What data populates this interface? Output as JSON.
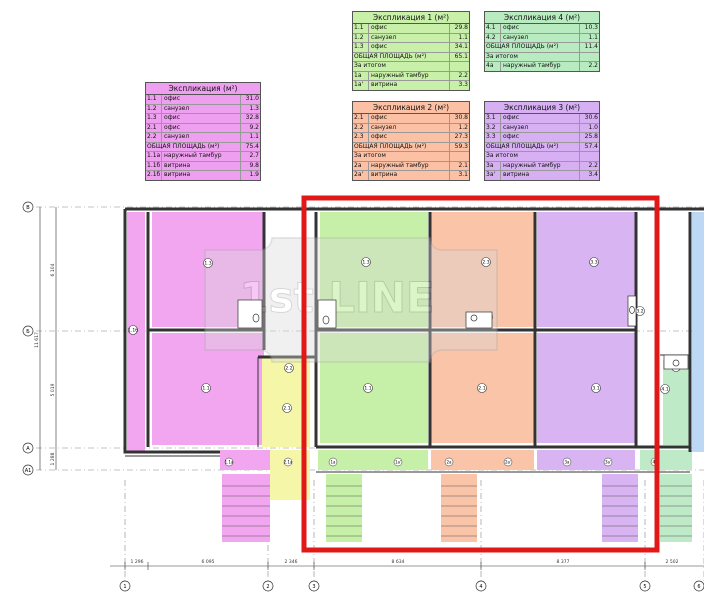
{
  "tables": [
    {
      "id": "t0",
      "title": "Экспликация (м²)",
      "bg": "#ef9fef",
      "rows": [
        {
          "c1": "1.1",
          "c2": "офис",
          "c3": "31.0"
        },
        {
          "c1": "1.2",
          "c2": "санузел",
          "c3": "1.3"
        },
        {
          "c1": "1.3",
          "c2": "офис",
          "c3": "32.8"
        },
        {
          "c1": "2.1",
          "c2": "офис",
          "c3": "9.2"
        },
        {
          "c1": "2.2",
          "c2": "санузел",
          "c3": "1.1"
        },
        {
          "c1": "ОБЩАЯ ПЛОЩАДЬ (м²)",
          "c2": "",
          "c3": "75.4",
          "wide": true
        },
        {
          "c1": "1.1а",
          "c2": "наружный тамбур",
          "c3": "2.7"
        },
        {
          "c1": "1.1б",
          "c2": "витрина",
          "c3": "9.8"
        },
        {
          "c1": "2.1б",
          "c2": "витрина",
          "c3": "1.9"
        }
      ]
    },
    {
      "id": "t1",
      "title": "Экспликация 1 (м²)",
      "bg": "#c8f0a8",
      "rows": [
        {
          "c1": "1.1",
          "c2": "офис",
          "c3": "29.8"
        },
        {
          "c1": "1.2",
          "c2": "санузел",
          "c3": "1.1"
        },
        {
          "c1": "1.3",
          "c2": "офис",
          "c3": "34.1"
        },
        {
          "c1": "ОБЩАЯ ПЛОЩАДЬ (м²)",
          "c2": "",
          "c3": "65.1",
          "wide": true
        },
        {
          "c1": "За итогом",
          "c2": "",
          "c3": "",
          "wide": true
        },
        {
          "c1": "1а",
          "c2": "наружный тамбур",
          "c3": "2.2"
        },
        {
          "c1": "1а'",
          "c2": "витрина",
          "c3": "3.3"
        }
      ]
    },
    {
      "id": "t2",
      "title": "Экспликация 2 (м²)",
      "bg": "#fcc0a4",
      "rows": [
        {
          "c1": "2.1",
          "c2": "офис",
          "c3": "30.8"
        },
        {
          "c1": "2.2",
          "c2": "санузел",
          "c3": "1.2"
        },
        {
          "c1": "2.3",
          "c2": "офис",
          "c3": "27.3"
        },
        {
          "c1": "ОБЩАЯ ПЛОЩАДЬ (м²)",
          "c2": "",
          "c3": "59.3",
          "wide": true
        },
        {
          "c1": "За итогом",
          "c2": "",
          "c3": "",
          "wide": true
        },
        {
          "c1": "2а",
          "c2": "наружный тамбур",
          "c3": "2.1"
        },
        {
          "c1": "2а'",
          "c2": "витрина",
          "c3": "3.1"
        }
      ]
    },
    {
      "id": "t3",
      "title": "Экспликация 3 (м²)",
      "bg": "#d6b0f2",
      "rows": [
        {
          "c1": "3.1",
          "c2": "офис",
          "c3": "30.6"
        },
        {
          "c1": "3.2",
          "c2": "санузел",
          "c3": "1.0"
        },
        {
          "c1": "3.3",
          "c2": "офис",
          "c3": "25.8"
        },
        {
          "c1": "ОБЩАЯ ПЛОЩАДЬ (м²)",
          "c2": "",
          "c3": "57.4",
          "wide": true
        },
        {
          "c1": "За итогом",
          "c2": "",
          "c3": "",
          "wide": true
        },
        {
          "c1": "3а",
          "c2": "наружный тамбур",
          "c3": "2.2"
        },
        {
          "c1": "3а'",
          "c2": "витрина",
          "c3": "3.4"
        }
      ]
    },
    {
      "id": "t4",
      "title": "Экспликация 4 (м²)",
      "bg": "#b8ecc0",
      "rows": [
        {
          "c1": "4.1",
          "c2": "офис",
          "c3": "10.3"
        },
        {
          "c1": "4.2",
          "c2": "санузел",
          "c3": "1.1"
        },
        {
          "c1": "ОБЩАЯ ПЛОЩАДЬ (м²)",
          "c2": "",
          "c3": "11.4",
          "wide": true
        },
        {
          "c1": "За итогом",
          "c2": "",
          "c3": "",
          "wide": true
        },
        {
          "c1": "4а",
          "c2": "наружный тамбур",
          "c3": "2.2"
        }
      ]
    }
  ],
  "watermark": "1st LINE",
  "colors": {
    "pink": "#f2a6f0",
    "yellow": "#f6f6a8",
    "green": "#c6f0a8",
    "orange": "#f9c4a8",
    "purple": "#d8b4f2",
    "mint": "#bfeac8",
    "blue": "#bcd8f4",
    "highlight": "#e01818"
  },
  "rooms": [
    {
      "label": "1.3",
      "color": "pink"
    },
    {
      "label": "1.1",
      "color": "pink"
    },
    {
      "label": "1.1б",
      "color": "pink"
    },
    {
      "label": "2.1",
      "color": "yellow"
    },
    {
      "label": "2.2",
      "color": "yellow"
    },
    {
      "label": "1.3",
      "color": "green"
    },
    {
      "label": "1.1",
      "color": "green"
    },
    {
      "label": "1.2",
      "color": "green"
    },
    {
      "label": "2.3",
      "color": "orange"
    },
    {
      "label": "2.1",
      "color": "orange"
    },
    {
      "label": "2.2",
      "color": "orange"
    },
    {
      "label": "3.3",
      "color": "purple"
    },
    {
      "label": "3.1",
      "color": "purple"
    },
    {
      "label": "3.2",
      "color": "purple"
    },
    {
      "label": "4.1",
      "color": "mint"
    },
    {
      "label": "4.2",
      "color": "mint"
    }
  ],
  "small_labels": [
    "1.1а",
    "2.1а",
    "1а",
    "1а'",
    "2а",
    "2а'",
    "3а",
    "3а'",
    "4а"
  ],
  "dimensions": {
    "left": [
      "6 104",
      "5 019",
      "1 288",
      "11 617"
    ],
    "bottom": [
      "1 296",
      "6 095",
      "2 346",
      "8 634",
      "8 377",
      "2 502"
    ]
  },
  "axes": {
    "rows": [
      "В",
      "Б",
      "А",
      "А1"
    ],
    "cols": [
      "1",
      "2",
      "3",
      "4",
      "5",
      "6"
    ]
  }
}
